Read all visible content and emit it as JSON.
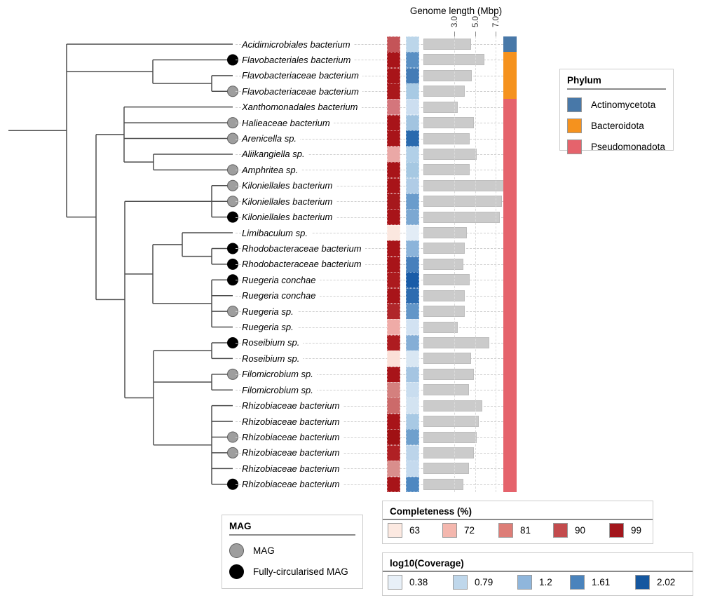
{
  "chart_data": {
    "type": "bar",
    "title": "Genome length (Mbp)",
    "xlabel": "Genome length (Mbp)",
    "x_ticks": [
      3.0,
      5.0,
      7.0
    ],
    "x_tick_labels": [
      "3.0",
      "5.0",
      "7.0"
    ],
    "xlim": [
      0,
      9
    ],
    "grid": "dashed-vertical",
    "rows": [
      {
        "label": "Acidimicrobiales bacterium",
        "mag": "none",
        "phylum": "Actinomycetota",
        "completeness": 88,
        "completeness_color": "#C45458",
        "log10_coverage": 0.8,
        "coverage_color": "#BCD6EA",
        "genome_mbp": 4.6
      },
      {
        "label": "Flavobacteriales bacterium",
        "mag": "black",
        "phylum": "Bacteroidota",
        "completeness": 99,
        "completeness_color": "#A81419",
        "log10_coverage": 1.5,
        "coverage_color": "#5A90C4",
        "genome_mbp": 5.9
      },
      {
        "label": "Flavobacteriaceae bacterium",
        "mag": "none",
        "phylum": "Bacteroidota",
        "completeness": 99,
        "completeness_color": "#A81419",
        "log10_coverage": 1.6,
        "coverage_color": "#447CB6",
        "genome_mbp": 4.7
      },
      {
        "label": "Flavobacteriaceae bacterium",
        "mag": "gray",
        "phylum": "Bacteroidota",
        "completeness": 98,
        "completeness_color": "#AA181C",
        "log10_coverage": 0.9,
        "coverage_color": "#A8CAE4",
        "genome_mbp": 4.0
      },
      {
        "label": "Xanthomonadales bacterium",
        "mag": "none",
        "phylum": "Pseudomonadota",
        "completeness": 84,
        "completeness_color": "#D4767C",
        "log10_coverage": 0.65,
        "coverage_color": "#CCDEF0",
        "genome_mbp": 3.3
      },
      {
        "label": "Halieaceae bacterium",
        "mag": "gray",
        "phylum": "Pseudomonadota",
        "completeness": 98,
        "completeness_color": "#A81419",
        "log10_coverage": 0.95,
        "coverage_color": "#A2C4E0",
        "genome_mbp": 4.9
      },
      {
        "label": "Arenicella sp.",
        "mag": "gray",
        "phylum": "Pseudomonadota",
        "completeness": 98,
        "completeness_color": "#A81419",
        "log10_coverage": 1.8,
        "coverage_color": "#2A6AAE",
        "genome_mbp": 4.5
      },
      {
        "label": "Aliikangiella sp.",
        "mag": "none",
        "phylum": "Pseudomonadota",
        "completeness": 76,
        "completeness_color": "#EAA8A6",
        "log10_coverage": 0.85,
        "coverage_color": "#B2D0E8",
        "genome_mbp": 5.2
      },
      {
        "label": "Amphritea sp.",
        "mag": "gray",
        "phylum": "Pseudomonadota",
        "completeness": 98,
        "completeness_color": "#A81419",
        "log10_coverage": 0.9,
        "coverage_color": "#A6C8E2",
        "genome_mbp": 4.5
      },
      {
        "label": "Kiloniellales bacterium",
        "mag": "gray",
        "phylum": "Pseudomonadota",
        "completeness": 99,
        "completeness_color": "#A81419",
        "log10_coverage": 0.9,
        "coverage_color": "#B0CCE6",
        "genome_mbp": 7.8
      },
      {
        "label": "Kiloniellales bacterium",
        "mag": "gray",
        "phylum": "Pseudomonadota",
        "completeness": 98,
        "completeness_color": "#A6181C",
        "log10_coverage": 1.35,
        "coverage_color": "#6A9CCC",
        "genome_mbp": 7.6
      },
      {
        "label": "Kiloniellales bacterium",
        "mag": "black",
        "phylum": "Pseudomonadota",
        "completeness": 99,
        "completeness_color": "#A81419",
        "log10_coverage": 1.25,
        "coverage_color": "#7CA8D2",
        "genome_mbp": 7.4
      },
      {
        "label": "Limibaculum sp.",
        "mag": "none",
        "phylum": "Pseudomonadota",
        "completeness": 63,
        "completeness_color": "#FBE7DF",
        "log10_coverage": 0.45,
        "coverage_color": "#E2ECF6",
        "genome_mbp": 4.2
      },
      {
        "label": "Rhodobacteraceae bacterium",
        "mag": "black",
        "phylum": "Pseudomonadota",
        "completeness": 99,
        "completeness_color": "#A81419",
        "log10_coverage": 1.15,
        "coverage_color": "#8CB4DA",
        "genome_mbp": 4.0
      },
      {
        "label": "Rhodobacteraceae bacterium",
        "mag": "black",
        "phylum": "Pseudomonadota",
        "completeness": 99,
        "completeness_color": "#A81419",
        "log10_coverage": 1.55,
        "coverage_color": "#4880BC",
        "genome_mbp": 3.9
      },
      {
        "label": "Ruegeria conchae",
        "mag": "black",
        "phylum": "Pseudomonadota",
        "completeness": 98,
        "completeness_color": "#AC1A1E",
        "log10_coverage": 2.0,
        "coverage_color": "#1A5CA8",
        "genome_mbp": 4.5
      },
      {
        "label": "Ruegeria conchae",
        "mag": "none",
        "phylum": "Pseudomonadota",
        "completeness": 98,
        "completeness_color": "#A81419",
        "log10_coverage": 1.8,
        "coverage_color": "#2E6CB0",
        "genome_mbp": 4.0
      },
      {
        "label": "Ruegeria sp.",
        "mag": "gray",
        "phylum": "Pseudomonadota",
        "completeness": 97,
        "completeness_color": "#B0262A",
        "log10_coverage": 1.4,
        "coverage_color": "#6396C8",
        "genome_mbp": 4.0
      },
      {
        "label": "Ruegeria sp.",
        "mag": "none",
        "phylum": "Pseudomonadota",
        "completeness": 75,
        "completeness_color": "#EFABA7",
        "log10_coverage": 0.55,
        "coverage_color": "#D2E2F2",
        "genome_mbp": 3.3
      },
      {
        "label": "Roseibium sp.",
        "mag": "black",
        "phylum": "Pseudomonadota",
        "completeness": 97,
        "completeness_color": "#AE1C20",
        "log10_coverage": 1.2,
        "coverage_color": "#85AED6",
        "genome_mbp": 6.4
      },
      {
        "label": "Roseibium sp.",
        "mag": "none",
        "phylum": "Pseudomonadota",
        "completeness": 64,
        "completeness_color": "#FBE0D8",
        "log10_coverage": 0.5,
        "coverage_color": "#D9E7F3",
        "genome_mbp": 4.6
      },
      {
        "label": "Filomicrobium sp.",
        "mag": "gray",
        "phylum": "Pseudomonadota",
        "completeness": 99,
        "completeness_color": "#A81419",
        "log10_coverage": 0.95,
        "coverage_color": "#A5C5E2",
        "genome_mbp": 4.9
      },
      {
        "label": "Filomicrobium sp.",
        "mag": "none",
        "phylum": "Pseudomonadota",
        "completeness": 84,
        "completeness_color": "#D4807E",
        "log10_coverage": 0.7,
        "coverage_color": "#C9DDEF",
        "genome_mbp": 4.4
      },
      {
        "label": "Rhizobiaceae bacterium",
        "mag": "none",
        "phylum": "Pseudomonadota",
        "completeness": 86,
        "completeness_color": "#CC6A6A",
        "log10_coverage": 0.5,
        "coverage_color": "#D3E3F1",
        "genome_mbp": 5.7
      },
      {
        "label": "Rhizobiaceae bacterium",
        "mag": "none",
        "phylum": "Pseudomonadota",
        "completeness": 98,
        "completeness_color": "#A81419",
        "log10_coverage": 0.9,
        "coverage_color": "#A8C9E4",
        "genome_mbp": 5.4
      },
      {
        "label": "Rhizobiaceae bacterium",
        "mag": "gray",
        "phylum": "Pseudomonadota",
        "completeness": 99,
        "completeness_color": "#A01114",
        "log10_coverage": 1.35,
        "coverage_color": "#6FA0CD",
        "genome_mbp": 5.2
      },
      {
        "label": "Rhizobiaceae bacterium",
        "mag": "gray",
        "phylum": "Pseudomonadota",
        "completeness": 97,
        "completeness_color": "#B02024",
        "log10_coverage": 0.8,
        "coverage_color": "#BCD4EA",
        "genome_mbp": 4.9
      },
      {
        "label": "Rhizobiaceae bacterium",
        "mag": "none",
        "phylum": "Pseudomonadota",
        "completeness": 82,
        "completeness_color": "#D98E8C",
        "log10_coverage": 0.75,
        "coverage_color": "#C5DAEE",
        "genome_mbp": 4.4
      },
      {
        "label": "Rhizobiaceae bacterium",
        "mag": "black",
        "phylum": "Pseudomonadota",
        "completeness": 98,
        "completeness_color": "#A81419",
        "log10_coverage": 1.5,
        "coverage_color": "#4F88C1",
        "genome_mbp": 3.9
      }
    ],
    "tree": {
      "x": 95,
      "root_edge_x": 12,
      "children": [
        {
          "leaf": 0
        },
        {
          "x": 218,
          "children": [
            {
              "leaf": 1
            },
            {
              "x": 302,
              "children": [
                {
                  "leaf": 2
                },
                {
                  "leaf": 3
                }
              ]
            }
          ]
        },
        {
          "x": 137,
          "children": [
            {
              "x": 177,
              "children": [
                {
                  "leaf": 4
                },
                {
                  "leaf": 5
                },
                {
                  "leaf": 6
                },
                {
                  "x": 219,
                  "children": [
                    {
                      "leaf": 7
                    },
                    {
                      "leaf": 8
                    }
                  ]
                }
              ]
            },
            {
              "x": 178,
              "children": [
                {
                  "x": 302,
                  "children": [
                    {
                      "leaf": 9
                    },
                    {
                      "leaf": 10
                    },
                    {
                      "leaf": 11
                    }
                  ]
                },
                {
                  "x": 218,
                  "children": [
                    {
                      "x": 260,
                      "children": [
                        {
                          "leaf": 12
                        },
                        {
                          "x": 302,
                          "children": [
                            {
                              "leaf": 13
                            },
                            {
                              "leaf": 14
                            }
                          ]
                        }
                      ]
                    },
                    {
                      "x": 302,
                      "children": [
                        {
                          "leaf": 15
                        },
                        {
                          "leaf": 16
                        },
                        {
                          "leaf": 17
                        },
                        {
                          "leaf": 18
                        }
                      ]
                    }
                  ]
                },
                {
                  "x": 219,
                  "children": [
                    {
                      "x": 302,
                      "children": [
                        {
                          "leaf": 19
                        },
                        {
                          "leaf": 20
                        }
                      ]
                    },
                    {
                      "x": 302,
                      "children": [
                        {
                          "leaf": 21
                        },
                        {
                          "leaf": 22
                        }
                      ]
                    },
                    {
                      "x": 302,
                      "children": [
                        {
                          "leaf": 23
                        },
                        {
                          "leaf": 24
                        },
                        {
                          "leaf": 25
                        },
                        {
                          "leaf": 26
                        },
                        {
                          "leaf": 27
                        },
                        {
                          "leaf": 28
                        }
                      ]
                    }
                  ]
                }
              ]
            }
          ]
        }
      ]
    }
  },
  "axis": {
    "title": "Genome length (Mbp)"
  },
  "marker_colors": {
    "gray": "#9E9E9E",
    "gray_border": "#5E5E5E",
    "black": "#000000"
  },
  "phylum_colors": {
    "Actinomycetota": "#4878A8",
    "Bacteroidota": "#F5921E",
    "Pseudomonadota": "#E5636C"
  },
  "legends": {
    "phylum": {
      "title": "Phylum",
      "items": [
        {
          "label": "Actinomycetota",
          "color": "#4878A8"
        },
        {
          "label": "Bacteroidota",
          "color": "#F5921E"
        },
        {
          "label": "Pseudomonadota",
          "color": "#E5636C"
        }
      ]
    },
    "mag": {
      "title": "MAG",
      "items": [
        {
          "label": "MAG",
          "marker": "gray"
        },
        {
          "label": "Fully-circularised MAG",
          "marker": "black"
        }
      ]
    },
    "completeness": {
      "title": "Completeness (%)",
      "items": [
        {
          "label": "63",
          "color": "#FCE9E1"
        },
        {
          "label": "72",
          "color": "#F4B7AE"
        },
        {
          "label": "81",
          "color": "#DD7D77"
        },
        {
          "label": "90",
          "color": "#C34B4D"
        },
        {
          "label": "99",
          "color": "#A3161C"
        }
      ]
    },
    "coverage": {
      "title": "log10(Coverage)",
      "items": [
        {
          "label": "0.38",
          "color": "#E8F0F8"
        },
        {
          "label": "0.79",
          "color": "#BFD7EB"
        },
        {
          "label": "1.2",
          "color": "#8FB6DC"
        },
        {
          "label": "1.61",
          "color": "#4A83BC"
        },
        {
          "label": "2.02",
          "color": "#15579F"
        }
      ]
    }
  }
}
